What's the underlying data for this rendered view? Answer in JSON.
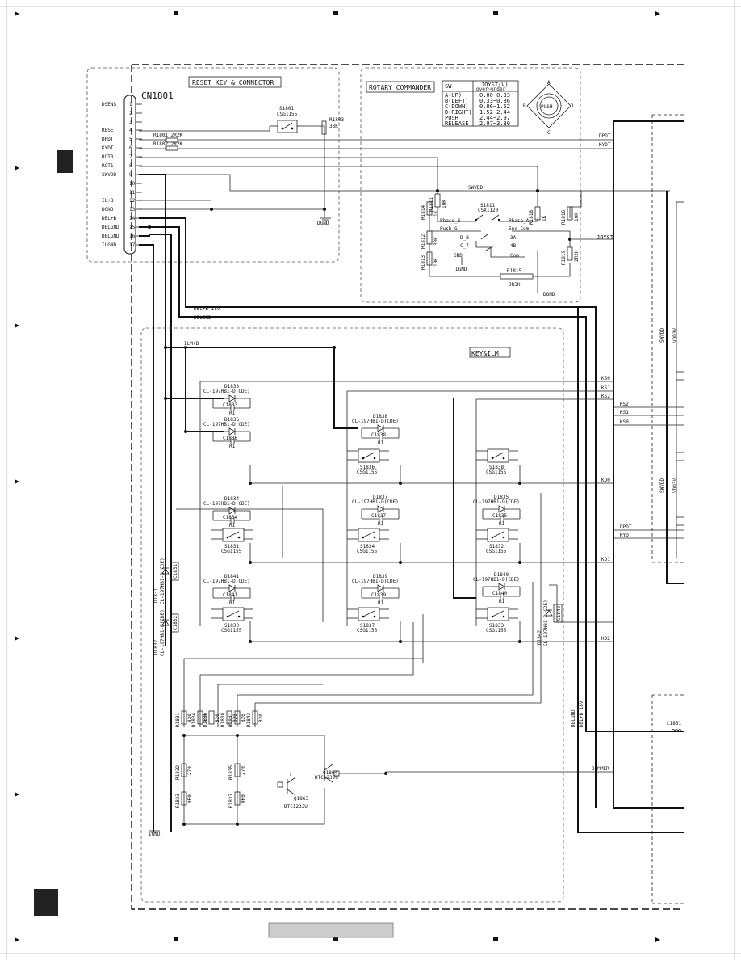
{
  "connector": {
    "block_title": "RESET KEY & CONNECTOR",
    "name": "CN1801",
    "pins": [
      {
        "num": "1",
        "label": "DSENS"
      },
      {
        "num": "2",
        "label": ""
      },
      {
        "num": "3",
        "label": ""
      },
      {
        "num": "4",
        "label": "RESET"
      },
      {
        "num": "5",
        "label": "DPDT"
      },
      {
        "num": "6",
        "label": "KYDT"
      },
      {
        "num": "7",
        "label": "ROT0"
      },
      {
        "num": "8",
        "label": "ROT1"
      },
      {
        "num": "9",
        "label": "SWVDD"
      },
      {
        "num": "10",
        "label": ""
      },
      {
        "num": "11",
        "label": ""
      },
      {
        "num": "12",
        "label": "IL+B"
      },
      {
        "num": "13",
        "label": "DGND"
      },
      {
        "num": "14",
        "label": "DEL+B"
      },
      {
        "num": "15",
        "label": "DELGND"
      },
      {
        "num": "16",
        "label": "DELGND"
      },
      {
        "num": "17",
        "label": "ILGND"
      }
    ],
    "s1801": {
      "ref": "S1801",
      "part": "CSG1155"
    },
    "r1801": "R1801 2R2K",
    "r1802": "R1802 2R2K",
    "r1803": {
      "ref": "R1803",
      "value": "33K"
    },
    "dgnd": "DGND"
  },
  "rotary": {
    "block_title": "ROTARY COMMANDER",
    "table": {
      "headers": [
        "SW",
        "JOYST(V)"
      ],
      "subheader": "over~under",
      "rows": [
        [
          "A(UP)",
          "0.00~0.33"
        ],
        [
          "B(LEFT)",
          "0.33~0.86"
        ],
        [
          "C(DOWN)",
          "0.86~1.52"
        ],
        [
          "D(RIGHT)",
          "1.52~2.44"
        ],
        [
          "PUSH",
          "2.44~2.97"
        ],
        [
          "RELEASE",
          "2.97~3.30"
        ]
      ]
    },
    "joystick": {
      "a": "A",
      "b": "B",
      "c": "C",
      "d": "D",
      "push": "PUSH"
    },
    "s1811": {
      "ref": "S1811",
      "part": "CSX1120"
    },
    "pins": [
      "Phase_B",
      "Phase_A",
      "Push_G",
      "Enc_Com",
      "D_B",
      "C_7",
      "3A",
      "4B",
      "GND",
      "Com"
    ],
    "pin_nums": [
      "10",
      "1",
      "2",
      "3",
      "4",
      "5",
      "6",
      "7",
      "8",
      "9"
    ],
    "resistors": [
      {
        "ref": "R1811",
        "value": "10K"
      },
      {
        "ref": "R1814",
        "value": "1K"
      },
      {
        "ref": "R1812",
        "value": "33K"
      },
      {
        "ref": "R1813",
        "value": "10K"
      },
      {
        "ref": "R1818",
        "value": "1K"
      },
      {
        "ref": "R1816",
        "value": "10K"
      },
      {
        "ref": "R1819",
        "value": "2R2K"
      },
      {
        "ref": "R1815",
        "value": "3R3K"
      }
    ],
    "ignd": "IGND",
    "dgnd": "DGND",
    "swvdd": "SWVDD",
    "joyst": "JOYST"
  },
  "nets": {
    "dpdt": "DPDT",
    "kydt": "KYDT",
    "delb": "DEL+B 18V",
    "delgnd": "DELGND",
    "ks0": "KS0",
    "ks1": "KS1",
    "ks2": "KS2",
    "kd0": "KD0",
    "kd1": "KD1",
    "kd2": "KD2",
    "ilmb": "ILM+B",
    "dimmer": "DIMMER",
    "ignd": "IGND",
    "l1861": "L1861",
    "swvdd": "SWVDD",
    "vdd": "VDD3V",
    "delgnd_v": "DELGND",
    "delb_v": "DEL+B 18V"
  },
  "key": {
    "block_title": "KEY&ILM",
    "diodes": [
      {
        "ref": "D1833",
        "part": "CL-197HB1-D(CDE)",
        "cap": "C1833",
        "r": "R1"
      },
      {
        "ref": "D1836",
        "part": "CL-197HB1-D(CDE)",
        "cap": "C1836",
        "r": "R1"
      },
      {
        "ref": "D1838",
        "part": "CL-197HB1-D(CDE)",
        "cap": "C1838",
        "r": "R1"
      },
      {
        "ref": "D1834",
        "part": "CL-197HB1-D(CDE)",
        "cap": "C1834",
        "r": "R1"
      },
      {
        "ref": "D1837",
        "part": "CL-197HB1-D(CDE)",
        "cap": "C1837",
        "r": "R1"
      },
      {
        "ref": "D1835",
        "part": "CL-197HB1-D(CDE)",
        "cap": "C1835",
        "r": "R1"
      },
      {
        "ref": "D1841",
        "part": "CL-197HB1-D(CDE)",
        "cap": "C1841",
        "r": "R1"
      },
      {
        "ref": "D1839",
        "part": "CL-197HB1-D(CDE)",
        "cap": "C1839",
        "r": "R1"
      },
      {
        "ref": "D1840",
        "part": "CL-197HB1-D(CDE)",
        "cap": "C1840",
        "r": "R1"
      }
    ],
    "switches": [
      {
        "ref": "S1836",
        "part": "CSG1155"
      },
      {
        "ref": "S1838",
        "part": "CSG1155"
      },
      {
        "ref": "S1831",
        "part": "CSG1155"
      },
      {
        "ref": "S1834",
        "part": "CSG1155"
      },
      {
        "ref": "S1832",
        "part": "CSG1155"
      },
      {
        "ref": "S1830",
        "part": "CSG1155"
      },
      {
        "ref": "S1837",
        "part": "CSG1155"
      },
      {
        "ref": "S1833",
        "part": "CSG1155"
      }
    ],
    "side_diodes": [
      {
        "ref": "D1831",
        "part": "CL-197HB1-D(CDE)",
        "cap": "C1831"
      },
      {
        "ref": "D1832",
        "part": "CL-197HB1-D(CDE)",
        "cap": "C1832"
      },
      {
        "ref": "D1842",
        "part": "CL-197HB1-D(CDE)",
        "cap": "C1842"
      }
    ],
    "resistors": [
      {
        "ref": "R1831",
        "value": "820"
      },
      {
        "ref": "R1834",
        "value": "820"
      },
      {
        "ref": "R1836",
        "value": "820"
      },
      {
        "ref": "R1838",
        "value": "820"
      },
      {
        "ref": "R1841",
        "value": "820"
      },
      {
        "ref": "R1843",
        "value": "820"
      },
      {
        "ref": "R1832",
        "value": "270"
      },
      {
        "ref": "R1833",
        "value": "0R0"
      },
      {
        "ref": "R1835",
        "value": "270"
      },
      {
        "ref": "R1837",
        "value": "0R0"
      }
    ],
    "q1864": {
      "ref": "Q1864",
      "part": "DTC123JU"
    },
    "q1863": {
      "ref": "Q1863",
      "part": "DTC123JU"
    }
  },
  "margins": {
    "left_tab": "",
    "bottom_tab": ""
  }
}
